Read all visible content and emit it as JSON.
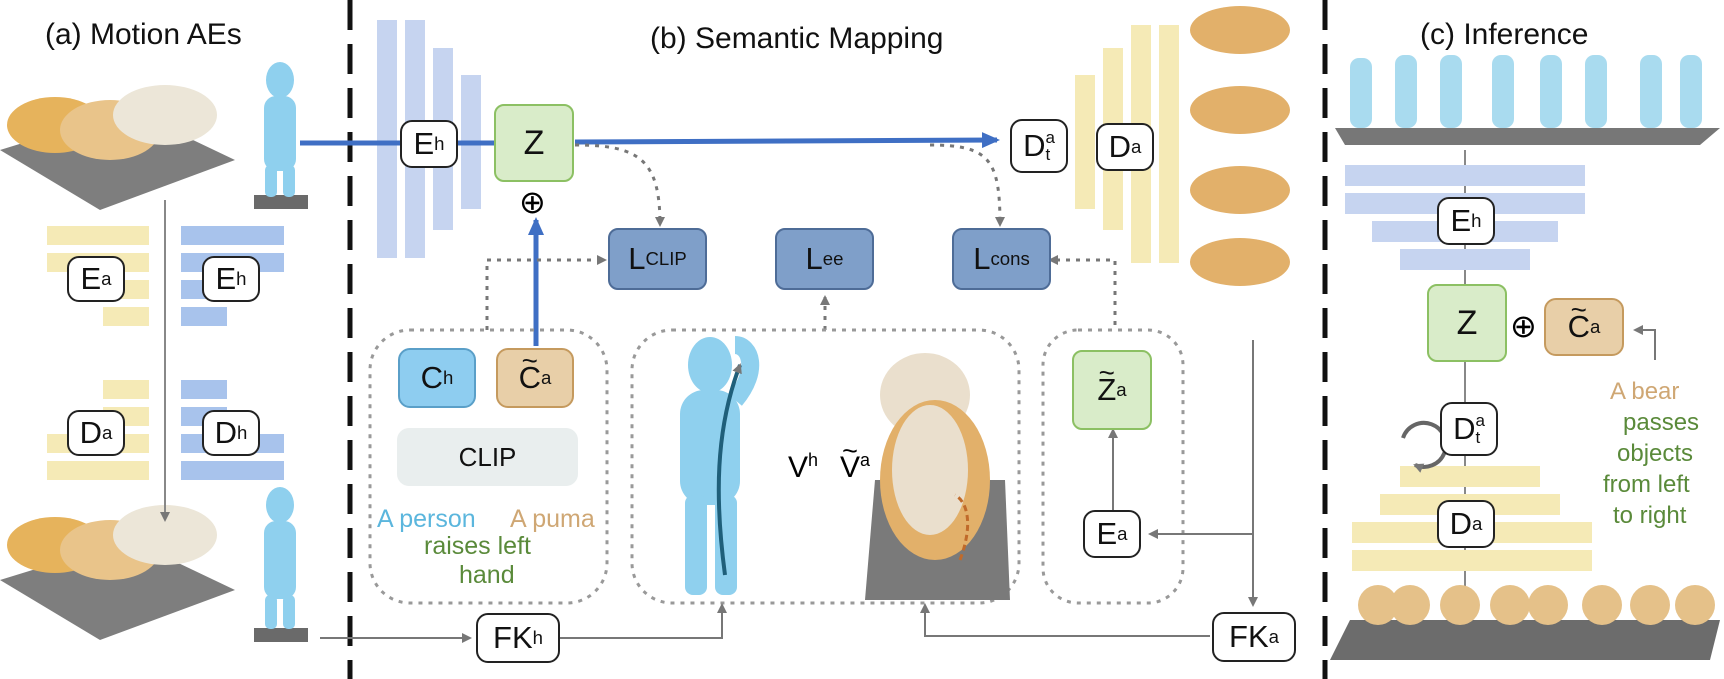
{
  "titles": {
    "a": "(a) Motion AEs",
    "b": "(b) Semantic Mapping",
    "c": "(c) Inference"
  },
  "labels": {
    "enc_h_base": "E",
    "enc_h_sup": "h",
    "enc_a_base": "E",
    "enc_a_sup": "a",
    "dec_h_base": "D",
    "dec_h_sup": "h",
    "dec_a_base": "D",
    "dec_a_sup": "a",
    "dec_ta_base": "D",
    "dec_ta_sup": "a",
    "dec_ta_sub": "t",
    "latent": "Z",
    "ztilde_base": "Z",
    "ztilde_sup": "a",
    "ch_base": "C",
    "ch_sup": "h",
    "ca_base": "C",
    "ca_sup": "a",
    "clip": "CLIP",
    "lclip_base": "L",
    "lclip_sub": "CLIP",
    "lee_base": "L",
    "lee_sub": "ee",
    "lcons_base": "L",
    "lcons_sub": "cons",
    "fkh_base": "FK",
    "fkh_sup": "h",
    "fka_base": "FK",
    "fka_sup": "a",
    "vh_base": "V",
    "vh_sup": "h",
    "va_base": "V",
    "va_sup": "a",
    "oplus": "⊕"
  },
  "texts": {
    "person": "A person",
    "puma": "A puma",
    "raises1": "raises left",
    "raises2": "hand",
    "bear": [
      "A bear",
      "passes",
      "objects",
      "from left",
      "to right"
    ]
  },
  "colors": {
    "human": "#a8c3ec",
    "animal": "#f5eab6",
    "arrow_blue": "#3f6fc4",
    "arrow_gray": "#777777",
    "person_text": "#5bb6dd",
    "animal_text": "#cfa774",
    "action_text": "#5a8a3a",
    "lbox": "#7f9fc9",
    "zbox": "#d9ecc9",
    "ch_box": "#8ecdf0",
    "ca_box": "#e8cfa8"
  }
}
